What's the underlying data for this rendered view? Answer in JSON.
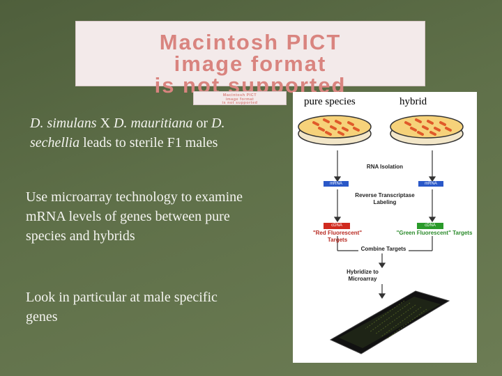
{
  "pict_placeholder": {
    "line1": "Macintosh PICT",
    "line2": "image format",
    "line3": "is not supported"
  },
  "figure": {
    "label_pure": "pure species",
    "label_hybrid": "hybrid",
    "rna_isolation": "RNA Isolation",
    "mrna_label": "mRNA",
    "reverse_transcriptase": "Reverse Transcriptase Labeling",
    "cdna_label": "cDNA",
    "red_targets": "\"Red Fluorescent\" Targets",
    "green_targets": "\"Green Fluorescent\" Targets",
    "combine_targets": "Combine Targets",
    "hybridize": "Hybridize to Microarray",
    "colors": {
      "red": "#d02a1e",
      "green": "#2a9a2a",
      "mrna_blue": "#2a58c8"
    }
  },
  "text": {
    "para1_part1": "D. simulans",
    "para1_part2": " X ",
    "para1_part3": "D. mauritiana",
    "para1_part4": " or ",
    "para1_part5": "D. sechellia",
    "para1_part6": " leads to sterile F1 males",
    "para2": "Use microarray technology to examine mRNA levels of genes between pure species and hybrids",
    "para3": "Look in particular at male specific genes"
  }
}
